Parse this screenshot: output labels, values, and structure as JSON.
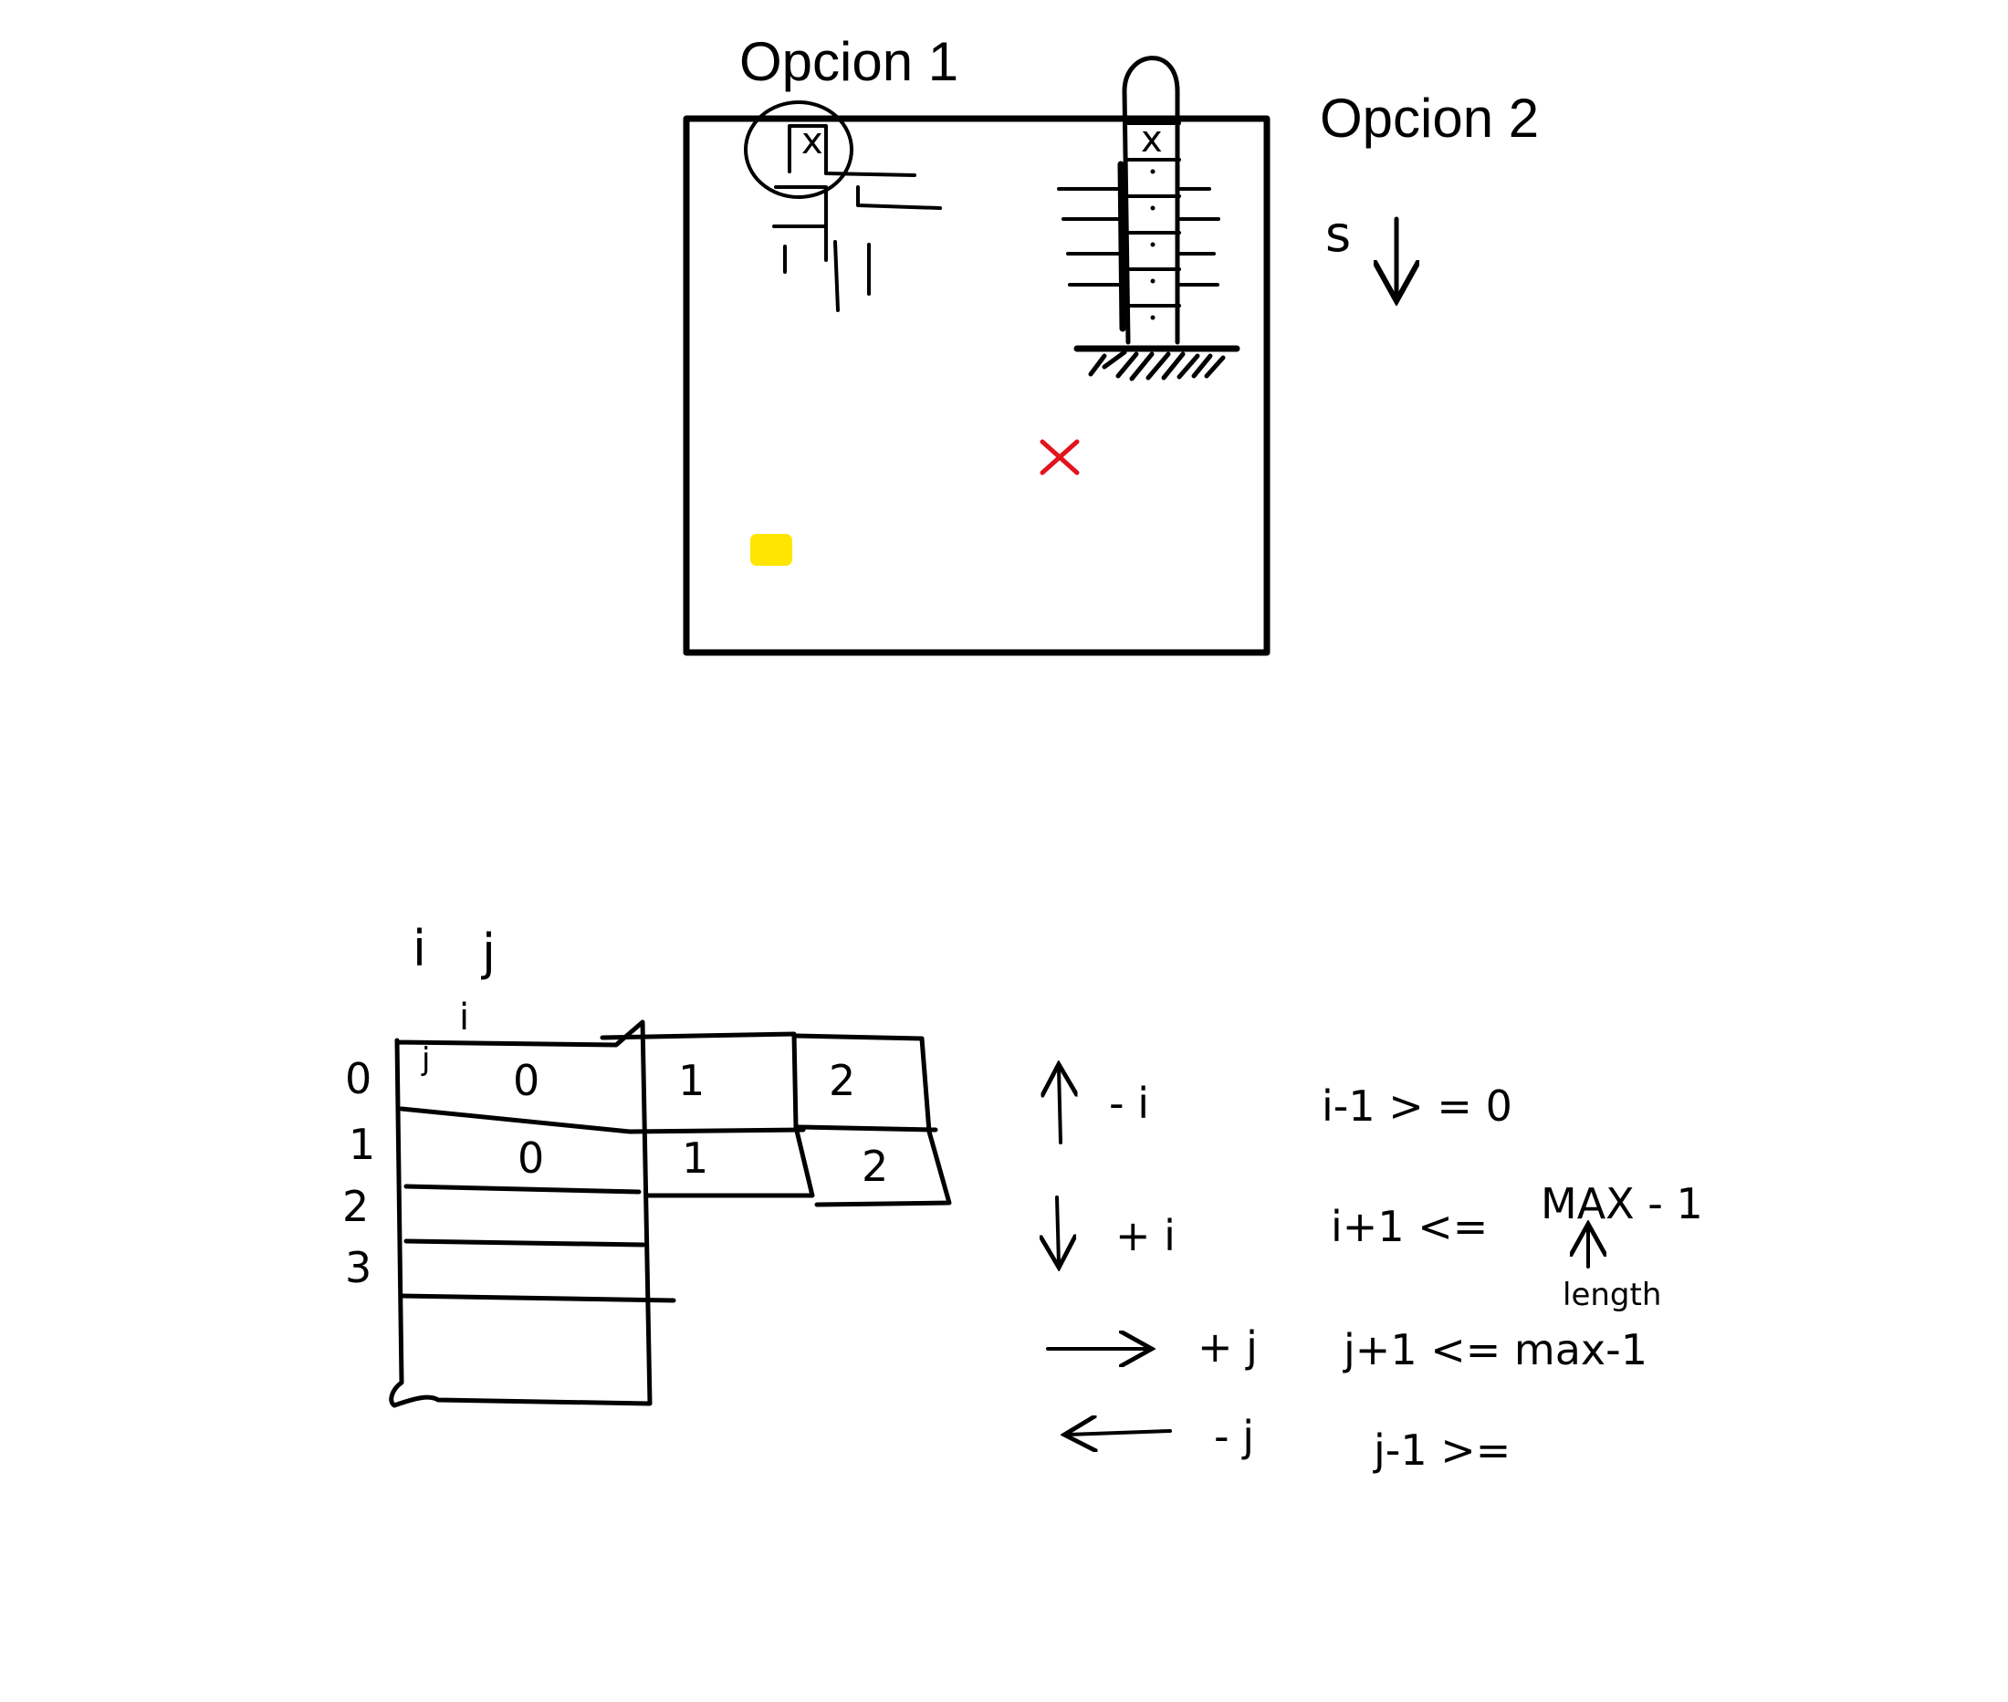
{
  "top_sketch": {
    "option1_label": "Opcion 1",
    "option2_label": "Opcion 2",
    "s_label": "s",
    "cell_mark": "x",
    "highlight_color": "#ffe600",
    "target_mark_color": "#e3141c"
  },
  "grid": {
    "header_i": "i",
    "header_j": "j",
    "corner_i": "i",
    "corner_j": "j",
    "row_labels": [
      "0",
      "1",
      "2",
      "3"
    ],
    "row0": [
      "0",
      "1",
      "2"
    ],
    "row1": [
      "0",
      "1",
      "2"
    ]
  },
  "rules": {
    "up_delta": "- i",
    "up_condition": "i-1 > = 0",
    "down_delta": "+ i",
    "down_condition": "i+1 <=",
    "max_expr": "MAX - 1",
    "length_note": "length",
    "right_delta": "+ j",
    "right_condition": "j+1 <= max-1",
    "left_delta": "- j",
    "left_condition": "j-1 >="
  }
}
